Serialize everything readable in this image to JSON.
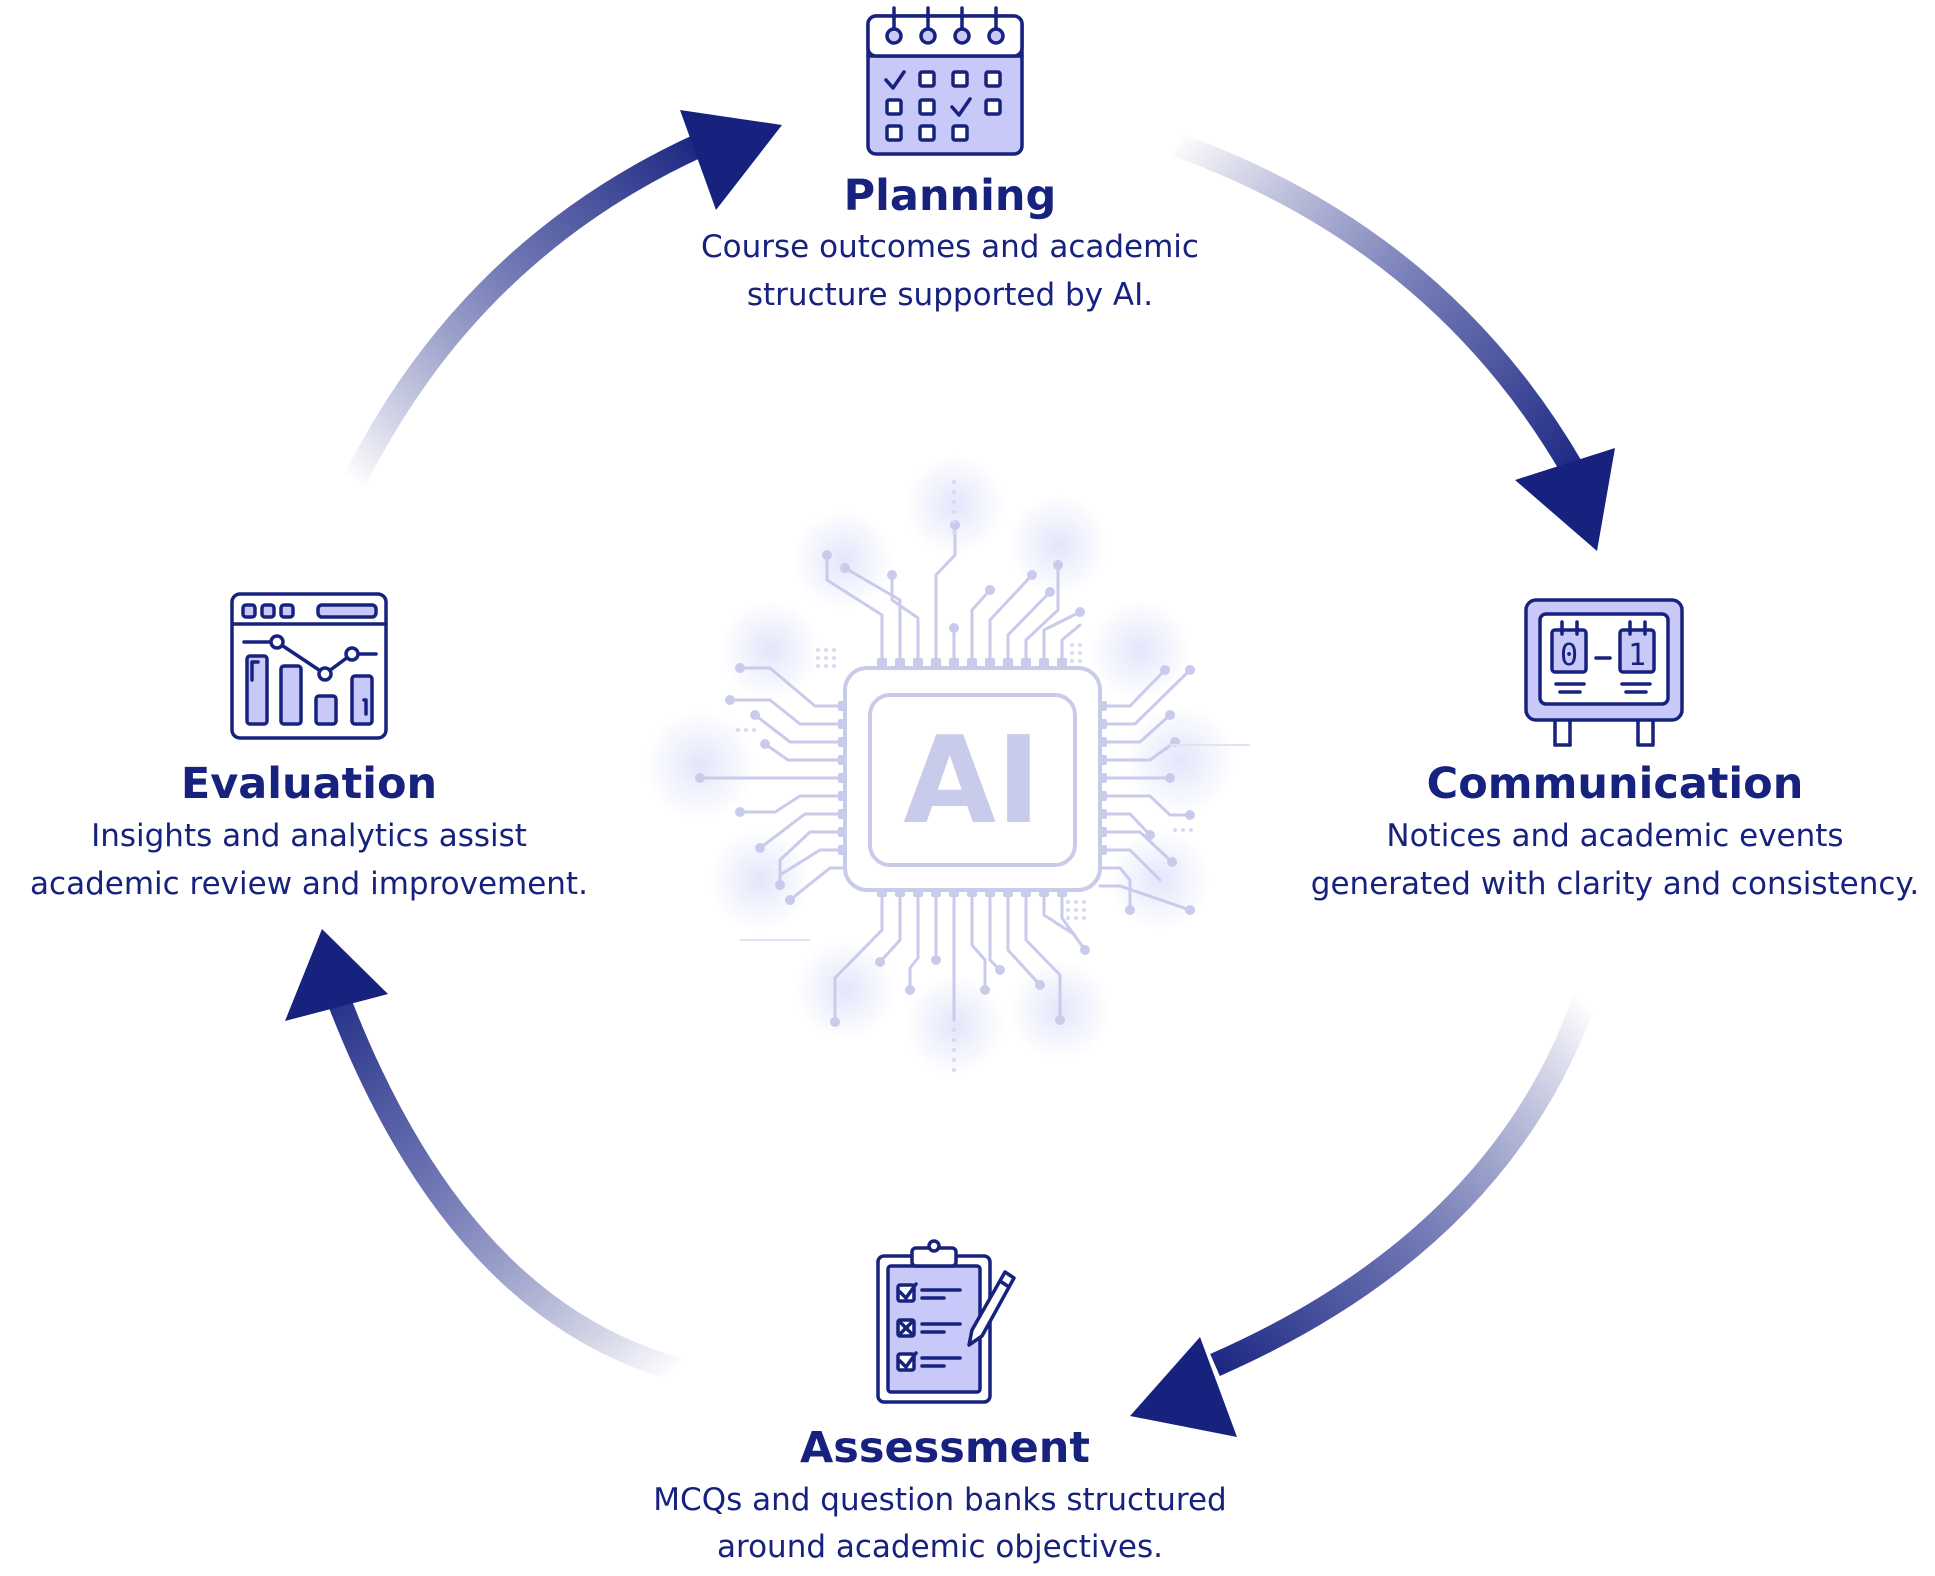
{
  "center": {
    "label": "AI"
  },
  "stages": {
    "planning": {
      "title": "Planning",
      "description": [
        "Course outcomes and academic",
        "structure supported by AI."
      ]
    },
    "communication": {
      "title": "Communication",
      "description": [
        "Notices and academic events",
        "generated with clarity and consistency."
      ],
      "score_digits": [
        "0",
        "1"
      ]
    },
    "assessment": {
      "title": "Assessment",
      "description": [
        "MCQs and question banks structured",
        "around academic objectives."
      ]
    },
    "evaluation": {
      "title": "Evaluation",
      "description": [
        "Insights and analytics assist",
        "academic review and improvement."
      ]
    }
  },
  "cycle_order": [
    "Planning",
    "Communication",
    "Assessment",
    "Evaluation"
  ],
  "colors": {
    "primary": "#17227f",
    "icon_fill": "#c8c9f8",
    "circuit": "#c9cbea",
    "background": "#ffffff"
  },
  "icons": {
    "planning": "calendar-icon",
    "communication": "scoreboard-icon",
    "assessment": "clipboard-checklist-icon",
    "evaluation": "analytics-dashboard-icon",
    "center": "ai-chip-icon"
  }
}
